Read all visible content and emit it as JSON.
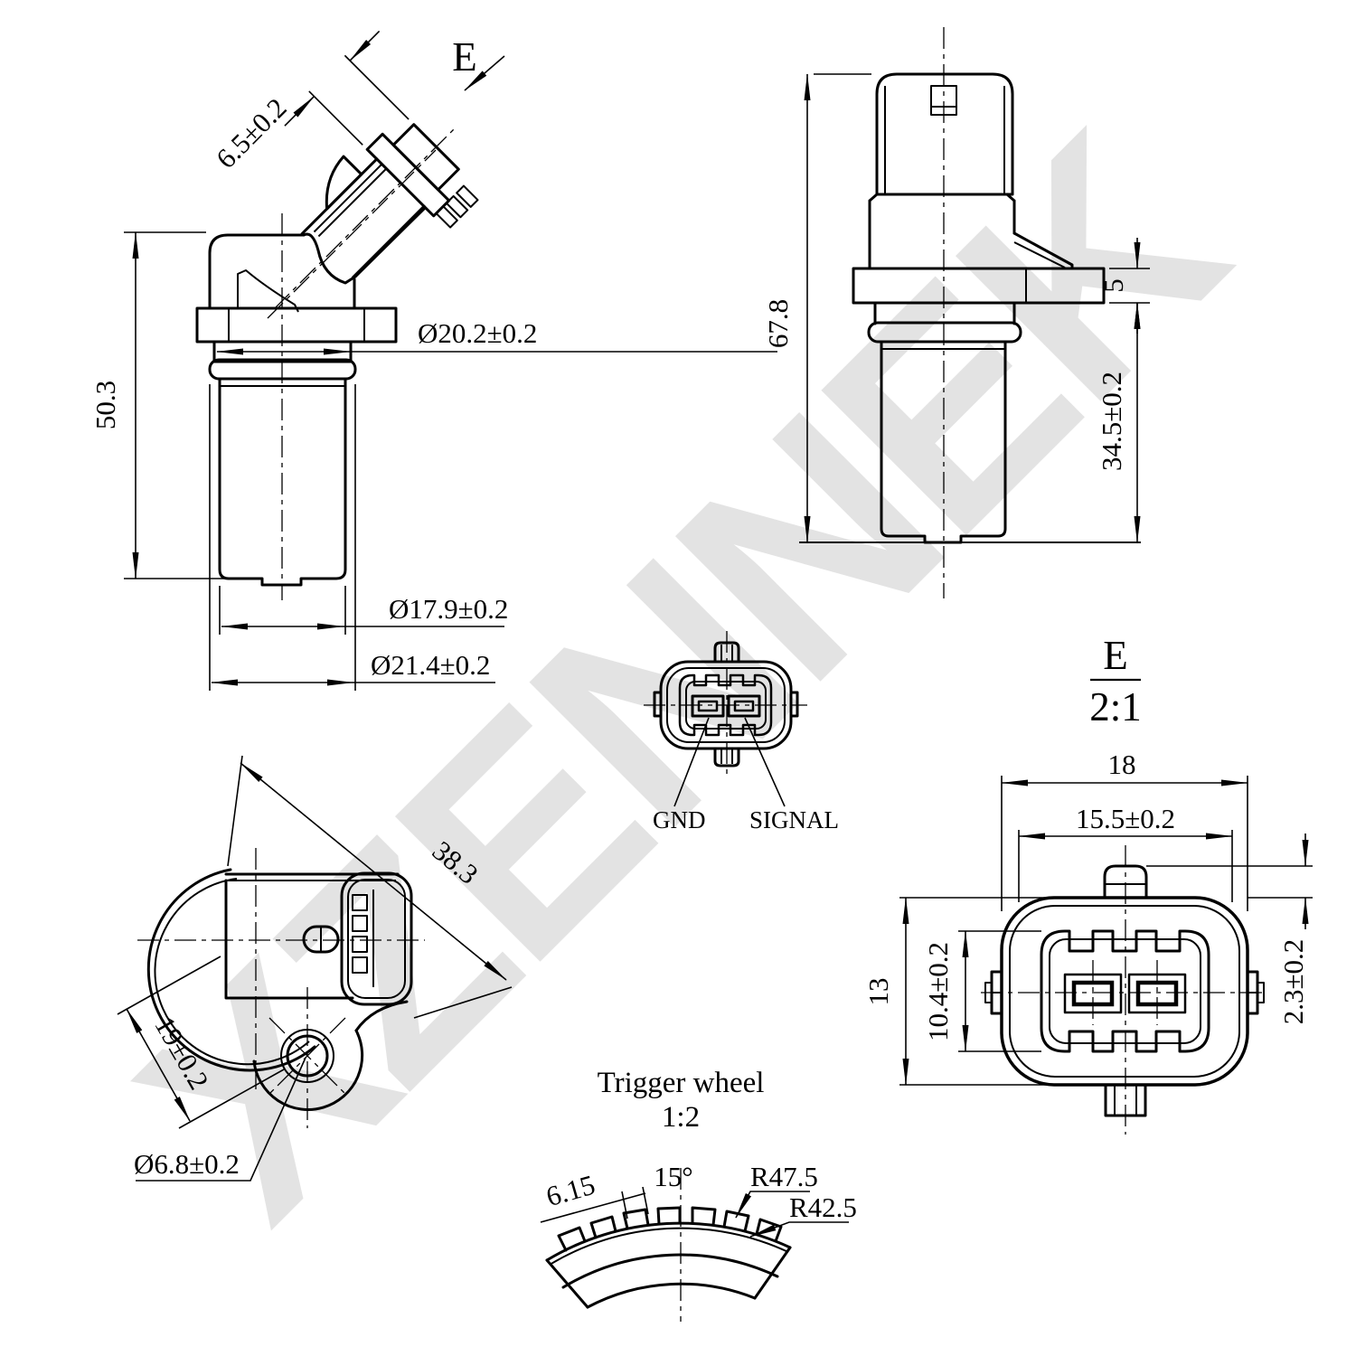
{
  "watermark": "XZENNEK",
  "side_view": {
    "view_label": "E",
    "dim_connector_depth": "6.5±0.2",
    "dim_height": "50.3",
    "dim_neck_diameter": "Ø20.2±0.2",
    "dim_body_diameter": "Ø17.9±0.2",
    "dim_oring_diameter": "Ø21.4±0.2"
  },
  "front_view": {
    "dim_total_height": "67.8",
    "dim_flange_thickness": "5",
    "dim_lower_length": "34.5±0.2"
  },
  "connector_face": {
    "pin_left": "GND",
    "pin_right": "SIGNAL"
  },
  "detail_view": {
    "label": "E",
    "scale": "2:1",
    "dim_outer_width": "18",
    "dim_inner_width": "15.5±0.2",
    "dim_outer_height": "13",
    "dim_inner_height": "10.4±0.2",
    "dim_tab_height": "2.3±0.2"
  },
  "top_view": {
    "dim_diagonal_length": "38.3",
    "dim_across": "19±0.2",
    "dim_hole_diameter": "Ø6.8±0.2"
  },
  "trigger_wheel": {
    "title": "Trigger wheel",
    "scale": "1:2",
    "dim_tooth_length": "6.15",
    "dim_tooth_angle": "15°",
    "dim_outer_radius": "R47.5",
    "dim_root_radius": "R42.5"
  }
}
